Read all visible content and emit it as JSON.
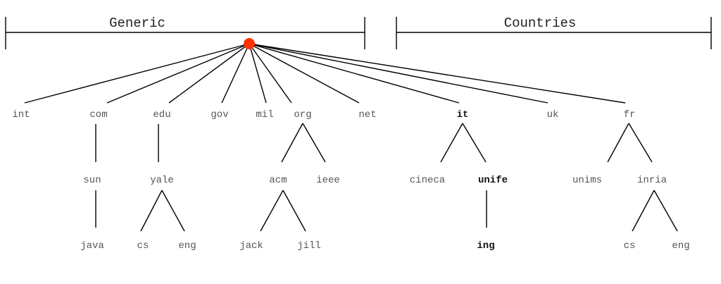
{
  "headers": {
    "generic": "Generic",
    "countries": "Countries"
  },
  "root_color": "#ff3300",
  "nodes": {
    "int": "int",
    "com": "com",
    "edu": "edu",
    "gov": "gov",
    "mil": "mil",
    "org": "org",
    "net": "net",
    "it": "it",
    "uk": "uk",
    "fr": "fr",
    "sun": "sun",
    "yale": "yale",
    "acm": "acm",
    "ieee": "ieee",
    "cineca": "cineca",
    "unife": "unife",
    "unims": "unims",
    "inria": "inria",
    "java": "java",
    "yale_cs": "cs",
    "yale_eng": "eng",
    "jack": "jack",
    "jill": "jill",
    "ing": "ing",
    "inria_cs": "cs",
    "inria_eng": "eng"
  },
  "highlighted_path": [
    "it",
    "unife",
    "ing"
  ]
}
